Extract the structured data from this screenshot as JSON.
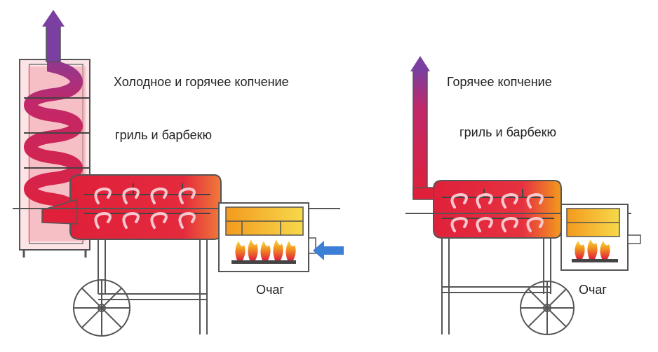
{
  "labels": {
    "cold_hot_smoking": "Холодное и горячее копчение",
    "grill_bbq_left": "гриль и барбекю",
    "hearth_left": "Очаг",
    "hot_smoking": "Горячее копчение",
    "grill_bbq_right": "гриль и барбекю",
    "hearth_right": "Очаг"
  },
  "colors": {
    "outline": "#555555",
    "heat_red": "#e0203a",
    "heat_pink": "#f06a7a",
    "smoke_purple": "#7a3fa0",
    "fire_orange": "#f39a1e",
    "fire_yellow": "#f7d94a",
    "air_blue": "#3d7fd6"
  }
}
